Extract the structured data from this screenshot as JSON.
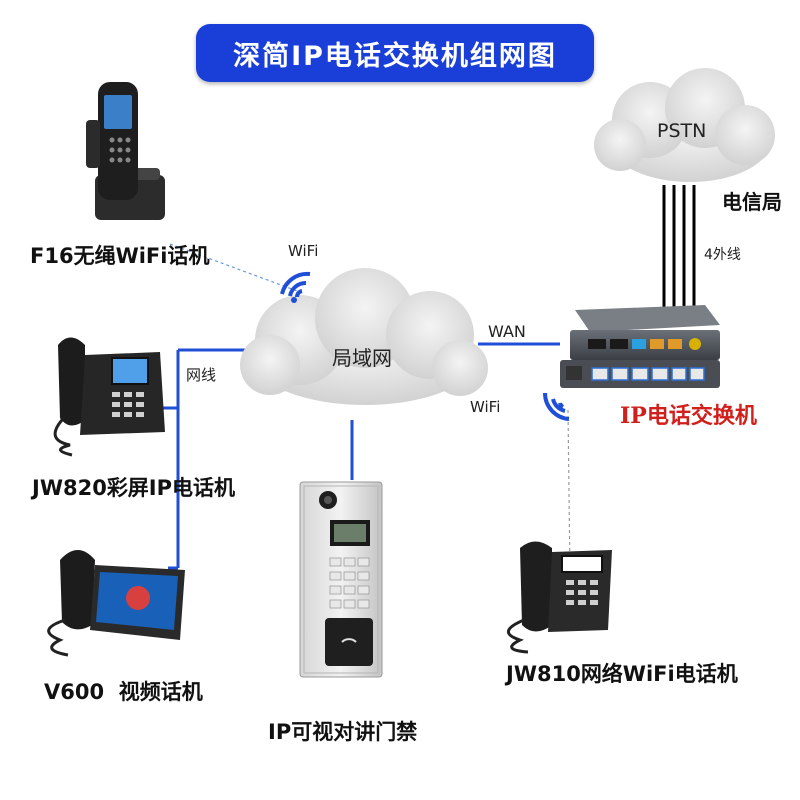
{
  "title": "深简IP电话交换机组网图",
  "nodes": {
    "pstn": "PSTN",
    "telecom": "电信局",
    "lan": "局域网",
    "pbx": "IP电话交换机"
  },
  "devices": {
    "f16": "F16无绳WiFi话机",
    "jw820": "JW820彩屏IP电话机",
    "v600": "V600  视频话机",
    "door": "IP可视对讲门禁",
    "jw810": "JW810网络WiFi电话机"
  },
  "links": {
    "wifi_top": "WiFi",
    "cable": "网线",
    "wan": "WAN",
    "wifi_right": "WiFi",
    "trunks": "4外线"
  },
  "colors": {
    "title_bg": "#1a3fd8",
    "link_blue": "#1f4fd6",
    "pbx_red": "#d0201c",
    "cloud": "#e3e3e3"
  }
}
